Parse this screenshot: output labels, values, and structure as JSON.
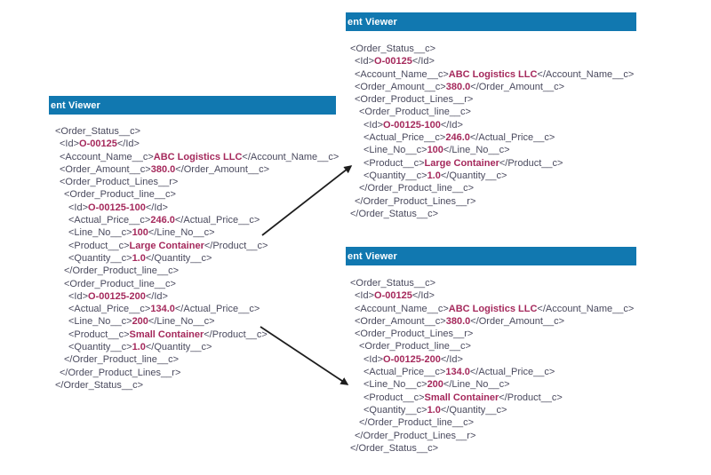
{
  "colors": {
    "canvas_bg": "#ffffff",
    "header_bg": "#1178b0",
    "header_text": "#ffffff",
    "xml_tag": "#4a4a5e",
    "xml_value": "#a5295c",
    "arrow": "#1d1d1d"
  },
  "panels": {
    "source": {
      "title": "ent Viewer",
      "xml_lines": [
        {
          "indent": 0,
          "segs": [
            {
              "t": "<Order_Status__c>"
            }
          ]
        },
        {
          "indent": 1,
          "segs": [
            {
              "t": "<Id>"
            },
            {
              "t": "O-00125",
              "v": true
            },
            {
              "t": "</Id>"
            }
          ]
        },
        {
          "indent": 1,
          "segs": [
            {
              "t": "<Account_Name__c>"
            },
            {
              "t": "ABC Logistics LLC",
              "v": true
            },
            {
              "t": "</Account_Name__c>"
            }
          ]
        },
        {
          "indent": 1,
          "segs": [
            {
              "t": "<Order_Amount__c>"
            },
            {
              "t": "380.0",
              "v": true
            },
            {
              "t": "</Order_Amount__c>"
            }
          ]
        },
        {
          "indent": 1,
          "segs": [
            {
              "t": "<Order_Product_Lines__r>"
            }
          ]
        },
        {
          "indent": 2,
          "segs": [
            {
              "t": "<Order_Product_line__c>"
            }
          ]
        },
        {
          "indent": 3,
          "segs": [
            {
              "t": "<Id>"
            },
            {
              "t": "O-00125-100",
              "v": true
            },
            {
              "t": "</Id>"
            }
          ]
        },
        {
          "indent": 3,
          "segs": [
            {
              "t": "<Actual_Price__c>"
            },
            {
              "t": "246.0",
              "v": true
            },
            {
              "t": "</Actual_Price__c>"
            }
          ]
        },
        {
          "indent": 3,
          "segs": [
            {
              "t": "<Line_No__c>"
            },
            {
              "t": "100",
              "v": true
            },
            {
              "t": "</Line_No__c>"
            }
          ]
        },
        {
          "indent": 3,
          "segs": [
            {
              "t": "<Product__c>"
            },
            {
              "t": "Large Container",
              "v": true
            },
            {
              "t": "</Product__c>"
            }
          ]
        },
        {
          "indent": 3,
          "segs": [
            {
              "t": "<Quantity__c>"
            },
            {
              "t": "1.0",
              "v": true
            },
            {
              "t": "</Quantity__c>"
            }
          ]
        },
        {
          "indent": 2,
          "segs": [
            {
              "t": "</Order_Product_line__c>"
            }
          ]
        },
        {
          "indent": 2,
          "segs": [
            {
              "t": "<Order_Product_line__c>"
            }
          ]
        },
        {
          "indent": 3,
          "segs": [
            {
              "t": "<Id>"
            },
            {
              "t": "O-00125-200",
              "v": true
            },
            {
              "t": "</Id>"
            }
          ]
        },
        {
          "indent": 3,
          "segs": [
            {
              "t": "<Actual_Price__c>"
            },
            {
              "t": "134.0",
              "v": true
            },
            {
              "t": "</Actual_Price__c>"
            }
          ]
        },
        {
          "indent": 3,
          "segs": [
            {
              "t": "<Line_No__c>"
            },
            {
              "t": "200",
              "v": true
            },
            {
              "t": "</Line_No__c>"
            }
          ]
        },
        {
          "indent": 3,
          "segs": [
            {
              "t": "<Product__c>"
            },
            {
              "t": "Small Container",
              "v": true
            },
            {
              "t": "</Product__c>"
            }
          ]
        },
        {
          "indent": 3,
          "segs": [
            {
              "t": "<Quantity__c>"
            },
            {
              "t": "1.0",
              "v": true
            },
            {
              "t": "</Quantity__c>"
            }
          ]
        },
        {
          "indent": 2,
          "segs": [
            {
              "t": "</Order_Product_line__c>"
            }
          ]
        },
        {
          "indent": 1,
          "segs": [
            {
              "t": "</Order_Product_Lines__r>"
            }
          ]
        },
        {
          "indent": 0,
          "segs": [
            {
              "t": "</Order_Status__c>"
            }
          ]
        }
      ]
    },
    "split_top": {
      "title": "ent Viewer",
      "xml_lines": [
        {
          "indent": 0,
          "segs": [
            {
              "t": "<Order_Status__c>"
            }
          ]
        },
        {
          "indent": 1,
          "segs": [
            {
              "t": "<Id>"
            },
            {
              "t": "O-00125",
              "v": true
            },
            {
              "t": "</Id>"
            }
          ]
        },
        {
          "indent": 1,
          "segs": [
            {
              "t": "<Account_Name__c>"
            },
            {
              "t": "ABC Logistics LLC",
              "v": true
            },
            {
              "t": "</Account_Name__c>"
            }
          ]
        },
        {
          "indent": 1,
          "segs": [
            {
              "t": "<Order_Amount__c>"
            },
            {
              "t": "380.0",
              "v": true
            },
            {
              "t": "</Order_Amount__c>"
            }
          ]
        },
        {
          "indent": 1,
          "segs": [
            {
              "t": "<Order_Product_Lines__r>"
            }
          ]
        },
        {
          "indent": 2,
          "segs": [
            {
              "t": "<Order_Product_line__c>"
            }
          ]
        },
        {
          "indent": 3,
          "segs": [
            {
              "t": "<Id>"
            },
            {
              "t": "O-00125-100",
              "v": true
            },
            {
              "t": "</Id>"
            }
          ]
        },
        {
          "indent": 3,
          "segs": [
            {
              "t": "<Actual_Price__c>"
            },
            {
              "t": "246.0",
              "v": true
            },
            {
              "t": "</Actual_Price__c>"
            }
          ]
        },
        {
          "indent": 3,
          "segs": [
            {
              "t": "<Line_No__c>"
            },
            {
              "t": "100",
              "v": true
            },
            {
              "t": "</Line_No__c>"
            }
          ]
        },
        {
          "indent": 3,
          "segs": [
            {
              "t": "<Product__c>"
            },
            {
              "t": "Large Container",
              "v": true
            },
            {
              "t": "</Product__c>"
            }
          ]
        },
        {
          "indent": 3,
          "segs": [
            {
              "t": "<Quantity__c>"
            },
            {
              "t": "1.0",
              "v": true
            },
            {
              "t": "</Quantity__c>"
            }
          ]
        },
        {
          "indent": 2,
          "segs": [
            {
              "t": "</Order_Product_line__c>"
            }
          ]
        },
        {
          "indent": 1,
          "segs": [
            {
              "t": "</Order_Product_Lines__r>"
            }
          ]
        },
        {
          "indent": 0,
          "segs": [
            {
              "t": "</Order_Status__c>"
            }
          ]
        }
      ]
    },
    "split_bottom": {
      "title": "ent Viewer",
      "xml_lines": [
        {
          "indent": 0,
          "segs": [
            {
              "t": "<Order_Status__c>"
            }
          ]
        },
        {
          "indent": 1,
          "segs": [
            {
              "t": "<Id>"
            },
            {
              "t": "O-00125",
              "v": true
            },
            {
              "t": "</Id>"
            }
          ]
        },
        {
          "indent": 1,
          "segs": [
            {
              "t": "<Account_Name__c>"
            },
            {
              "t": "ABC Logistics LLC",
              "v": true
            },
            {
              "t": "</Account_Name__c>"
            }
          ]
        },
        {
          "indent": 1,
          "segs": [
            {
              "t": "<Order_Amount__c>"
            },
            {
              "t": "380.0",
              "v": true
            },
            {
              "t": "</Order_Amount__c>"
            }
          ]
        },
        {
          "indent": 1,
          "segs": [
            {
              "t": "<Order_Product_Lines__r>"
            }
          ]
        },
        {
          "indent": 2,
          "segs": [
            {
              "t": "<Order_Product_line__c>"
            }
          ]
        },
        {
          "indent": 3,
          "segs": [
            {
              "t": "<Id>"
            },
            {
              "t": "O-00125-200",
              "v": true
            },
            {
              "t": "</Id>"
            }
          ]
        },
        {
          "indent": 3,
          "segs": [
            {
              "t": "<Actual_Price__c>"
            },
            {
              "t": "134.0",
              "v": true
            },
            {
              "t": "</Actual_Price__c>"
            }
          ]
        },
        {
          "indent": 3,
          "segs": [
            {
              "t": "<Line_No__c>"
            },
            {
              "t": "200",
              "v": true
            },
            {
              "t": "</Line_No__c>"
            }
          ]
        },
        {
          "indent": 3,
          "segs": [
            {
              "t": "<Product__c>"
            },
            {
              "t": "Small Container",
              "v": true
            },
            {
              "t": "</Product__c>"
            }
          ]
        },
        {
          "indent": 3,
          "segs": [
            {
              "t": "<Quantity__c>"
            },
            {
              "t": "1.0",
              "v": true
            },
            {
              "t": "</Quantity__c>"
            }
          ]
        },
        {
          "indent": 2,
          "segs": [
            {
              "t": "</Order_Product_line__c>"
            }
          ]
        },
        {
          "indent": 1,
          "segs": [
            {
              "t": "</Order_Product_Lines__r>"
            }
          ]
        },
        {
          "indent": 0,
          "segs": [
            {
              "t": "</Order_Status__c>"
            }
          ]
        }
      ]
    }
  }
}
